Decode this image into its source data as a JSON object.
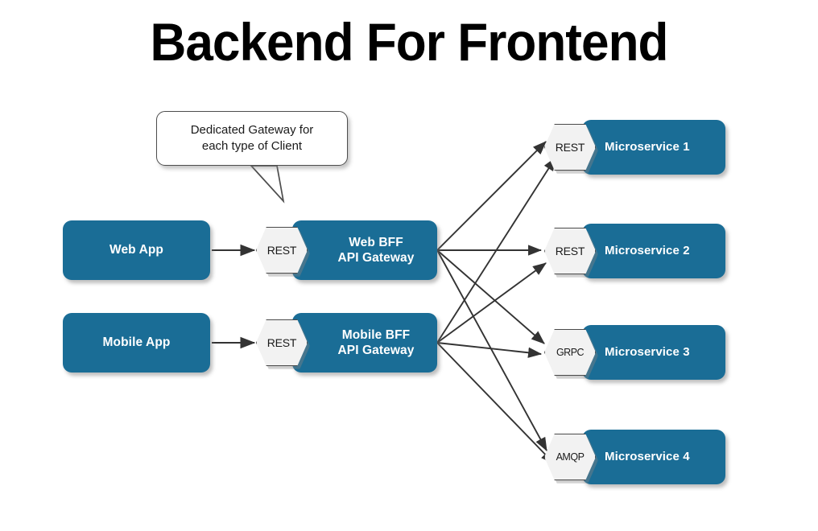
{
  "page": {
    "title": "Backend For Frontend",
    "background": "#ffffff"
  },
  "colors": {
    "node_blue": "#1a6d96",
    "hexagon_fill": "#f2f2f2",
    "hexagon_stroke": "#4a4a4a",
    "text_light": "#ffffff",
    "text_dark": "#1a1a1a",
    "edge_stroke": "#333333"
  },
  "callout": {
    "text": "Dedicated Gateway for each type of Client",
    "line1": "Dedicated Gateway for",
    "line2": "each type of Client",
    "points_to": "Web BFF API Gateway"
  },
  "clients": [
    {
      "id": "web-app",
      "label": "Web App",
      "protocol": "REST"
    },
    {
      "id": "mobile-app",
      "label": "Mobile App",
      "protocol": "REST"
    }
  ],
  "gateways": [
    {
      "id": "web-bff",
      "label": "Web BFF API Gateway",
      "line1": "Web BFF",
      "line2": "API Gateway",
      "protocol": "REST"
    },
    {
      "id": "mobile-bff",
      "label": "Mobile BFF API Gateway",
      "line1": "Mobile BFF",
      "line2": "API Gateway",
      "protocol": "REST"
    }
  ],
  "microservices": [
    {
      "id": "ms1",
      "label": "Microservice 1",
      "protocol": "REST"
    },
    {
      "id": "ms2",
      "label": "Microservice 2",
      "protocol": "REST"
    },
    {
      "id": "ms3",
      "label": "Microservice 3",
      "protocol": "GRPC"
    },
    {
      "id": "ms4",
      "label": "Microservice 4",
      "protocol": "AMQP"
    }
  ],
  "connections": [
    {
      "from": "web-app",
      "to": "web-bff",
      "protocol": "REST"
    },
    {
      "from": "mobile-app",
      "to": "mobile-bff",
      "protocol": "REST"
    },
    {
      "from": "web-bff",
      "to": "ms1",
      "protocol": "REST"
    },
    {
      "from": "web-bff",
      "to": "ms2",
      "protocol": "REST"
    },
    {
      "from": "web-bff",
      "to": "ms3",
      "protocol": "GRPC"
    },
    {
      "from": "web-bff",
      "to": "ms4",
      "protocol": "AMQP"
    },
    {
      "from": "mobile-bff",
      "to": "ms1",
      "protocol": "REST"
    },
    {
      "from": "mobile-bff",
      "to": "ms2",
      "protocol": "REST"
    },
    {
      "from": "mobile-bff",
      "to": "ms3",
      "protocol": "GRPC"
    },
    {
      "from": "mobile-bff",
      "to": "ms4",
      "protocol": "AMQP"
    }
  ]
}
